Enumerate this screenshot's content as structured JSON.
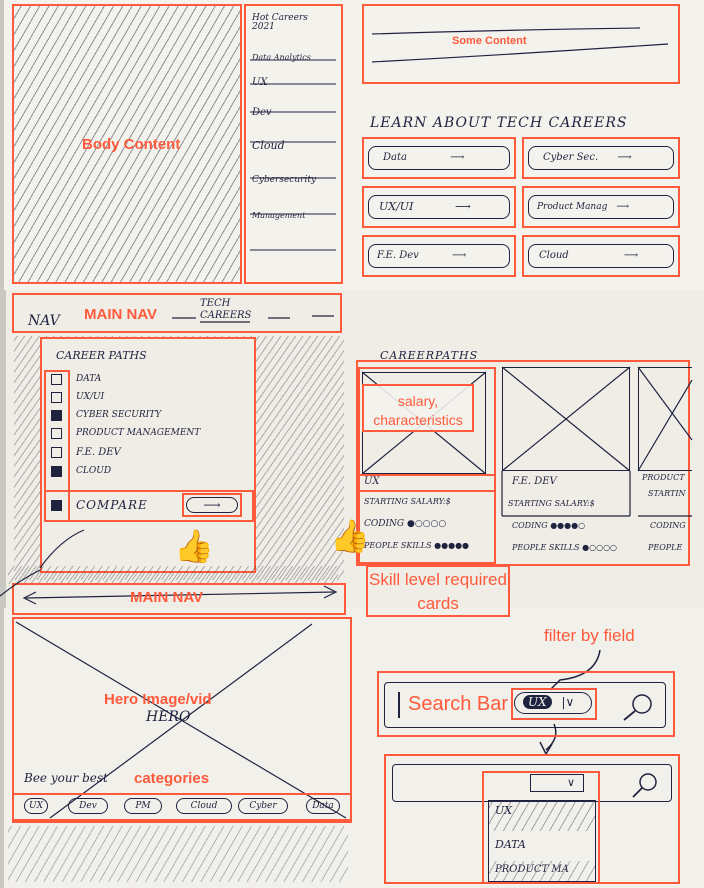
{
  "annotations": {
    "body_content": "Body Content",
    "some_content": "Some Content",
    "main_nav_top": "MAIN NAV",
    "main_nav_bottom": "MAIN NAV",
    "salary_characteristics": "salary, characteristics",
    "skill_level_cards": "Skill level required cards",
    "filter_by_field": "filter by field",
    "hero": "Hero Image/vid",
    "search_bar": "Search Bar",
    "categories": "categories"
  },
  "sidebar": {
    "items": [
      "Hot Careers 2021",
      "Data Analytics",
      "UX",
      "Dev",
      "Cloud",
      "Cybersecurity",
      "Management"
    ]
  },
  "learn": {
    "title": "Learn About Tech Careers",
    "buttons": [
      "Data",
      "Cyber Sec.",
      "UX/UI",
      "Product Manag",
      "F.E. Dev",
      "Cloud"
    ]
  },
  "nav": {
    "left": "Nav",
    "item": "Tech Careers"
  },
  "career_filter": {
    "title": "Career Paths",
    "options": [
      {
        "label": "Data",
        "checked": false
      },
      {
        "label": "UX/UI",
        "checked": false
      },
      {
        "label": "Cyber Security",
        "checked": true
      },
      {
        "label": "Product Management",
        "checked": false
      },
      {
        "label": "F.E. Dev",
        "checked": false
      },
      {
        "label": "Cloud",
        "checked": true
      }
    ],
    "compare_label": "Compare",
    "compare_checked": true
  },
  "career_paths": {
    "title": "CareerPaths",
    "cards": [
      {
        "role": "UX",
        "salary": "Starting Salary:$",
        "coding": "Coding ●○○○○",
        "people": "People Skills ●●●●●"
      },
      {
        "role": "F.E. Dev",
        "salary": "Starting Salary:$",
        "coding": "Coding ●●●●○",
        "people": "People Skills ●○○○○"
      },
      {
        "role": "Product",
        "salary": "Startin",
        "coding": "Coding",
        "people": "People"
      }
    ]
  },
  "hero": {
    "text": "Hero",
    "tagline": "Bee your best",
    "categories": [
      "UX",
      "Dev",
      "PM",
      "Cloud",
      "Cyber",
      "Data"
    ]
  },
  "search": {
    "filter_value": "UX",
    "dropdown_options": [
      "UX",
      "Data",
      "Product Ma"
    ]
  },
  "colors": {
    "annotation": "#ff5a3c",
    "ink": "#1f2340",
    "paper": "#f4f2ec"
  }
}
